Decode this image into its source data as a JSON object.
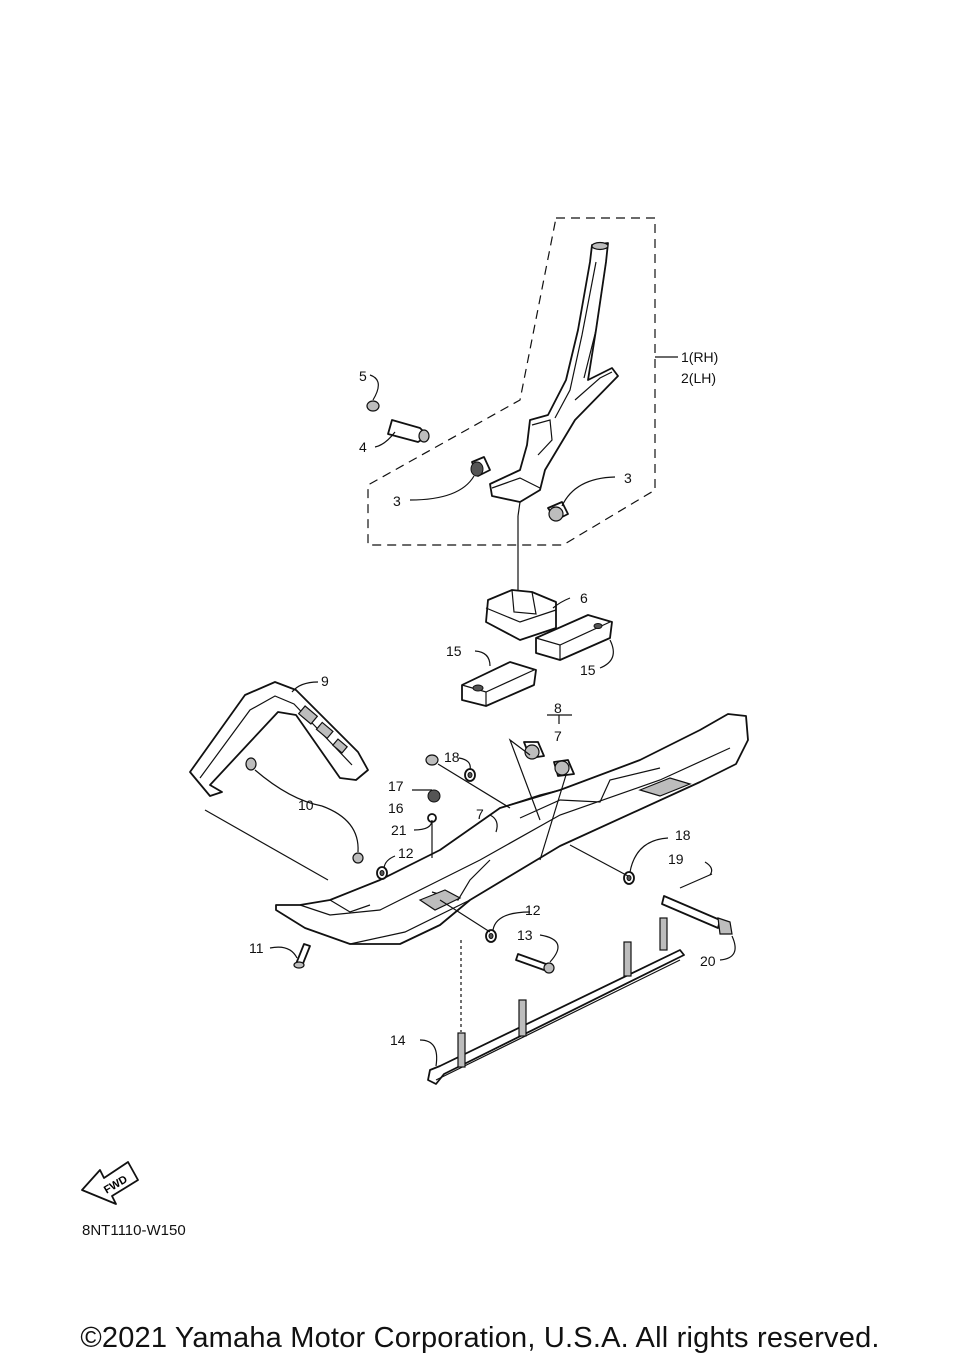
{
  "callouts": {
    "c1": "1(RH)",
    "c2": "2(LH)",
    "c3a": "3",
    "c3b": "3",
    "c4": "4",
    "c5": "5",
    "c6": "6",
    "c7a": "7",
    "c7b": "7",
    "c8": "8",
    "c9": "9",
    "c10": "10",
    "c11": "11",
    "c12a": "12",
    "c12b": "12",
    "c13": "13",
    "c14": "14",
    "c15a": "15",
    "c15b": "15",
    "c16": "16",
    "c17": "17",
    "c18a": "18",
    "c18b": "18",
    "c19": "19",
    "c20": "20",
    "c21": "21"
  },
  "fwd_label": "FWD",
  "diagram_code": "8NT1110-W150",
  "copyright": "©2021 Yamaha Motor Corporation, U.S.A. All rights reserved."
}
